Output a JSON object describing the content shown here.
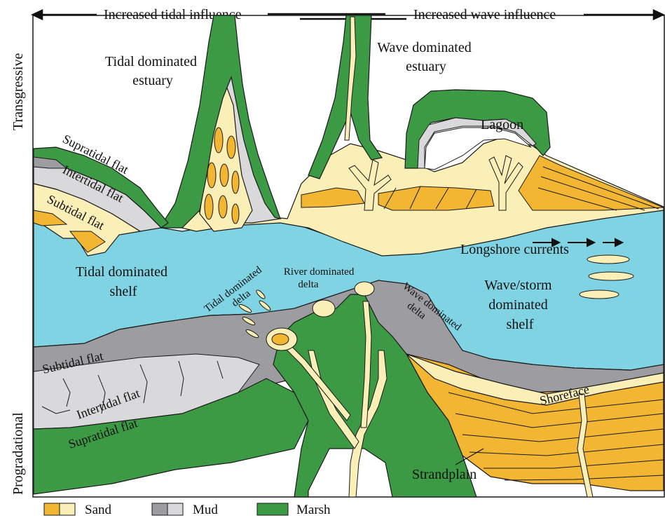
{
  "header": {
    "left_arrow_label": "Increased tidal influence",
    "right_arrow_label": "Increased wave influence"
  },
  "side_labels": {
    "top": "Transgressive",
    "bottom": "Progradational"
  },
  "labels": {
    "tidal_estuary": [
      "Tidal dominated",
      "estuary"
    ],
    "wave_estuary": [
      "Wave dominated",
      "estuary"
    ],
    "lagoon": "Lagoon",
    "supratidal_top": "Supratidal flat",
    "intertidal_top": "Intertidal flat",
    "subtidal_top": "Subtidal flat",
    "longshore": "Longshore currents",
    "tidal_shelf": [
      "Tidal dominated",
      "shelf"
    ],
    "wave_shelf": [
      "Wave/storm",
      "dominated",
      "shelf"
    ],
    "tidal_delta": [
      "Tidal dominated",
      "delta"
    ],
    "river_delta": [
      "River dominated",
      "delta"
    ],
    "wave_delta": [
      "Wave dominated",
      "delta"
    ],
    "subtidal_bottom": "Subtidal flat",
    "intertidal_bottom": "Intertidal flat",
    "supratidal_bottom": "Supratidal flat",
    "shoreface": "Shoreface",
    "strandplain": "Strandplain"
  },
  "legend": [
    {
      "label": "Sand",
      "colors": [
        "#f2b632",
        "#fbefb8"
      ]
    },
    {
      "label": "Mud",
      "colors": [
        "#9d9da1",
        "#d9d9db"
      ]
    },
    {
      "label": "Marsh",
      "colors": [
        "#3c9a44"
      ]
    }
  ],
  "colors": {
    "water": "#7fd3e3",
    "sand_dark": "#f2b632",
    "sand_light": "#fbefb8",
    "mud_dark": "#9d9da1",
    "mud_light": "#d9d9db",
    "marsh": "#3c9a44",
    "outline": "#1a1a1a"
  }
}
